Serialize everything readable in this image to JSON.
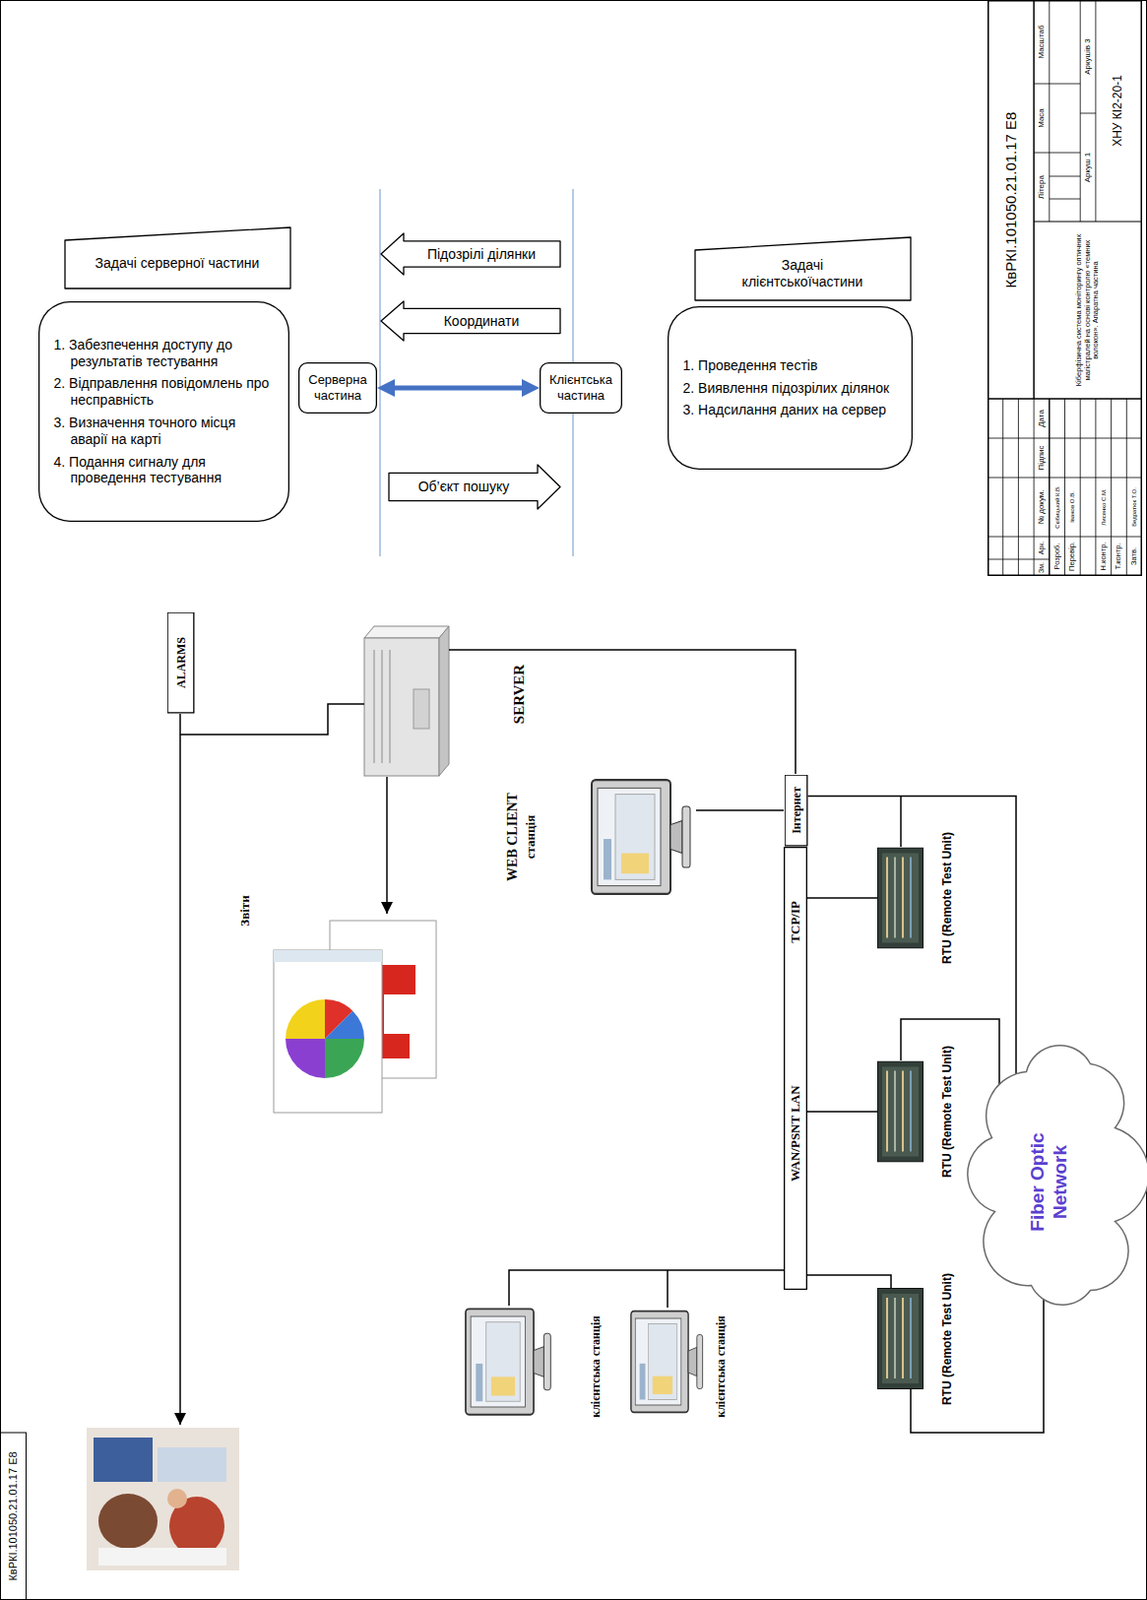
{
  "diagram": {
    "nodes": [
      {
        "text": [
          "Задачі серверної частини"
        ]
      },
      {
        "text": [
          "1. Забезпечення доступу до результатів тестування",
          "2. Відправлення повідомлень про несправність",
          "3. Визначення точного місця аварії на карті",
          "4. Подання сигналу для проведення тестування"
        ]
      },
      {
        "text": [
          "Серверна частина"
        ]
      },
      {
        "text": [
          "Клієнтська частина"
        ]
      },
      {
        "text": [
          "Підозрілі ділянки"
        ]
      },
      {
        "text": [
          "Координати"
        ]
      },
      {
        "text": [
          "Об’єкт пошуку"
        ]
      },
      {
        "text": [
          "Задачі клієнтськоїчастини"
        ]
      },
      {
        "text": [
          "1. Проведення тестів",
          "2. Виявлення підозрілих ділянок",
          "3. Надсилання даних на сервер"
        ]
      },
      {
        "text": [
          "ALARMS"
        ]
      },
      {
        "text": [
          "Інтернет"
        ]
      },
      {
        "text": [
          "WAN/PSNT LAN",
          "TCP/IP"
        ]
      },
      {
        "text": [
          "Fiber Optic Network"
        ]
      }
    ],
    "edges": [
      {
        "from": 2,
        "to": 3,
        "arrow": "both"
      },
      {
        "from": 10,
        "to": 12,
        "arrow": "none"
      }
    ],
    "labels": [
      "SERVER",
      "Звіти",
      "WEB CLIENT",
      "станція",
      "клієнтська станція",
      "клієнтська станція",
      "RTU (Remote Test Unit)",
      "RTU (Remote Test Unit)",
      "RTU (Remote Test Unit)",
      "КвРКІ.101050.21.01.17 Е8",
      "КвРКІ.101050.21.01.17 Е8",
      "Зм.",
      "Арк.",
      "№ докум.",
      "Підпис",
      "Дата",
      "Розроб.",
      "Скібицький К.В.",
      "Перевір.",
      "Іванов О.В.",
      "Н.контр.",
      "Лисенко С.М.",
      "Т.контр.",
      "Затв.",
      "Бедратюк Т.О.",
      "Кіберфізична система моніторингу оптичних магістралей на основі контролю «темних волокон». Апаратна частина",
      "Літера",
      "Маса",
      "Масштаб",
      "Аркуш 1",
      "Аркушів 3",
      "ХНУ КІ2-20-1"
    ]
  }
}
